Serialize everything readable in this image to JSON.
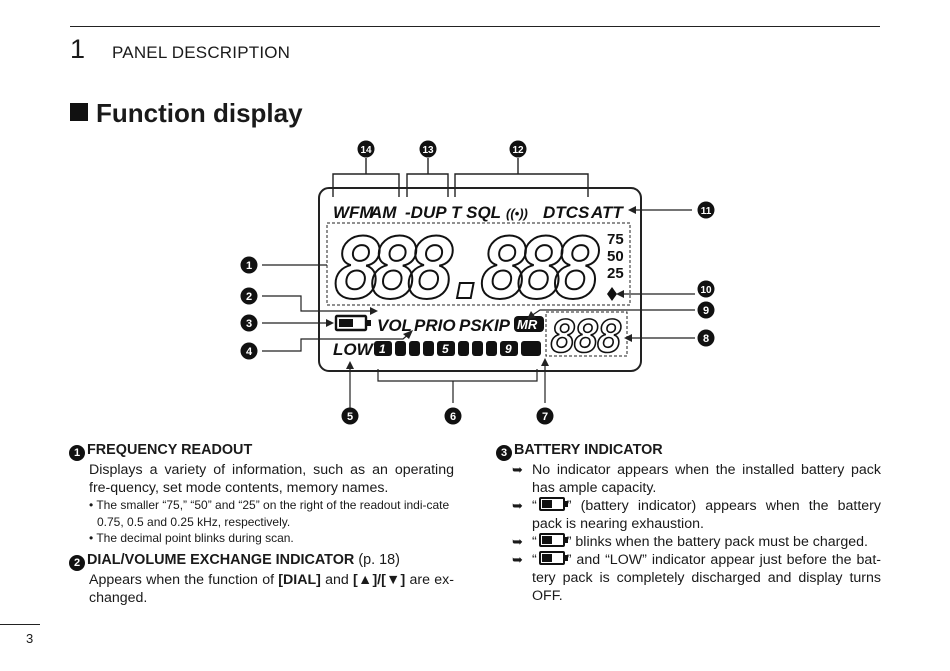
{
  "header": {
    "chapter_number": "1",
    "chapter_title": "PANEL DESCRIPTION"
  },
  "section": {
    "title": "Function display"
  },
  "lcd": {
    "top_labels": {
      "wfm": "WFM",
      "am": "AM",
      "dup": "-DUP",
      "tsql": "T SQL",
      "bell": "((•))",
      "dtcs": "DTCS",
      "att": "ATT"
    },
    "main_digits": "888.888",
    "fractions": [
      "75",
      "50",
      "25"
    ],
    "vol": "VOL",
    "prio": "PRIO",
    "pskip": "PSKIP",
    "mr": "MR",
    "low": "LOW",
    "bar_nums": [
      "1",
      "5",
      "9"
    ],
    "small_digits": "888",
    "callouts": [
      "1",
      "2",
      "3",
      "4",
      "5",
      "6",
      "7",
      "8",
      "9",
      "10",
      "11",
      "12",
      "13",
      "14"
    ]
  },
  "left_column": {
    "item1": {
      "num": "1",
      "title": "FREQUENCY READOUT",
      "body": "Displays a variety of information, such as an operating fre-quency, set mode contents, memory names.",
      "notes": [
        "The smaller “75,” “50” and “25” on the right of the readout indi-cate 0.75, 0.5 and 0.25 kHz, respectively.",
        "The decimal point blinks during scan."
      ]
    },
    "item2": {
      "num": "2",
      "title": "DIAL/VOLUME EXCHANGE INDICATOR",
      "ref": "(p. 18)",
      "body_a": "Appears when the function of ",
      "dial": "[DIAL]",
      "and": " and ",
      "keys": "[▲]/[▼]",
      "body_b": " are ex-changed."
    }
  },
  "right_column": {
    "item3": {
      "num": "3",
      "title": "BATTERY INDICATOR",
      "lines": [
        {
          "pre": "No indicator appears when the installed battery pack has ample capacity.",
          "glyph": false
        },
        {
          "pre": "“",
          "post": "” (battery indicator) appears when the battery pack is nearing exhaustion.",
          "glyph": true
        },
        {
          "pre": "“",
          "post": "” blinks when the battery pack must be charged.",
          "glyph": true
        },
        {
          "pre": "“",
          "post": "” and “LOW” indicator appear just before the bat-tery pack is completely discharged and display turns OFF.",
          "glyph": true
        }
      ]
    }
  },
  "footer": {
    "page_number": "3"
  }
}
